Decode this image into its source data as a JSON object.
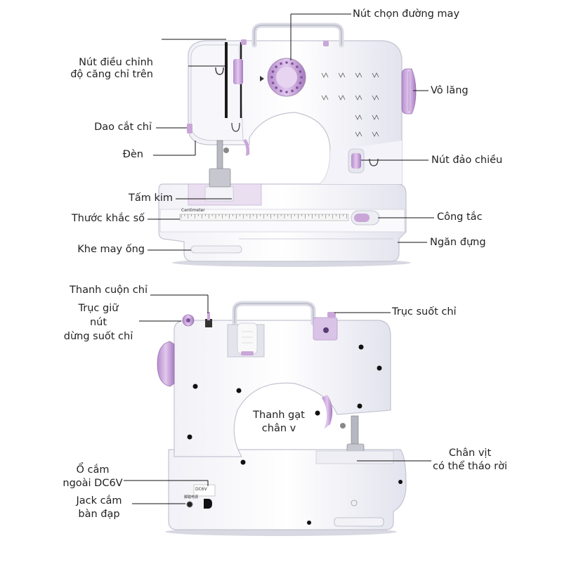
{
  "colors": {
    "body": "#ffffff",
    "body_shade": "#e7e7f0",
    "accent": "#c9a6d8",
    "accent_dark": "#9b6fb4",
    "leader": "#111111",
    "text": "#222222"
  },
  "top_view": {
    "labels": {
      "stitch_selector": "Nút chọn đường may",
      "tension_line1": "Nút điều chỉnh",
      "tension_line2": "độ căng chỉ trên",
      "handwheel": "Vô lăng",
      "thread_cutter": "Dao cắt chỉ",
      "reverse_button": "Nút đảo chiều",
      "light": "Đèn",
      "needle_plate": "Tấm kim",
      "power_switch": "Công tắc",
      "ruler": "Thước khắc số",
      "storage": "Ngăn đựng",
      "sleeve_slot": "Khe may ống"
    },
    "ruler_caption": "Centimeter"
  },
  "bottom_view": {
    "labels": {
      "bobbin_winder": "Thanh cuộn chỉ",
      "winder_stop_line1": "Trục giữ",
      "winder_stop_line2": "nút",
      "winder_stop_line3": "dừng suốt chỉ",
      "bobbin_spindle": "Trục suốt chỉ",
      "presser_lever_line1": "Thanh gạt",
      "presser_lever_line2": "chân v",
      "presser_foot_line1": "Chân vịt",
      "presser_foot_line2": "có thể tháo rời",
      "dc_socket_line1": "Ổ cắm",
      "dc_socket_line2": "ngoài DC6V",
      "pedal_jack_line1": "Jack cắm",
      "pedal_jack_line2": "bàn đạp"
    },
    "dc_plate_text": "DC6V",
    "pedal_plate_text": "脚踏电源"
  }
}
